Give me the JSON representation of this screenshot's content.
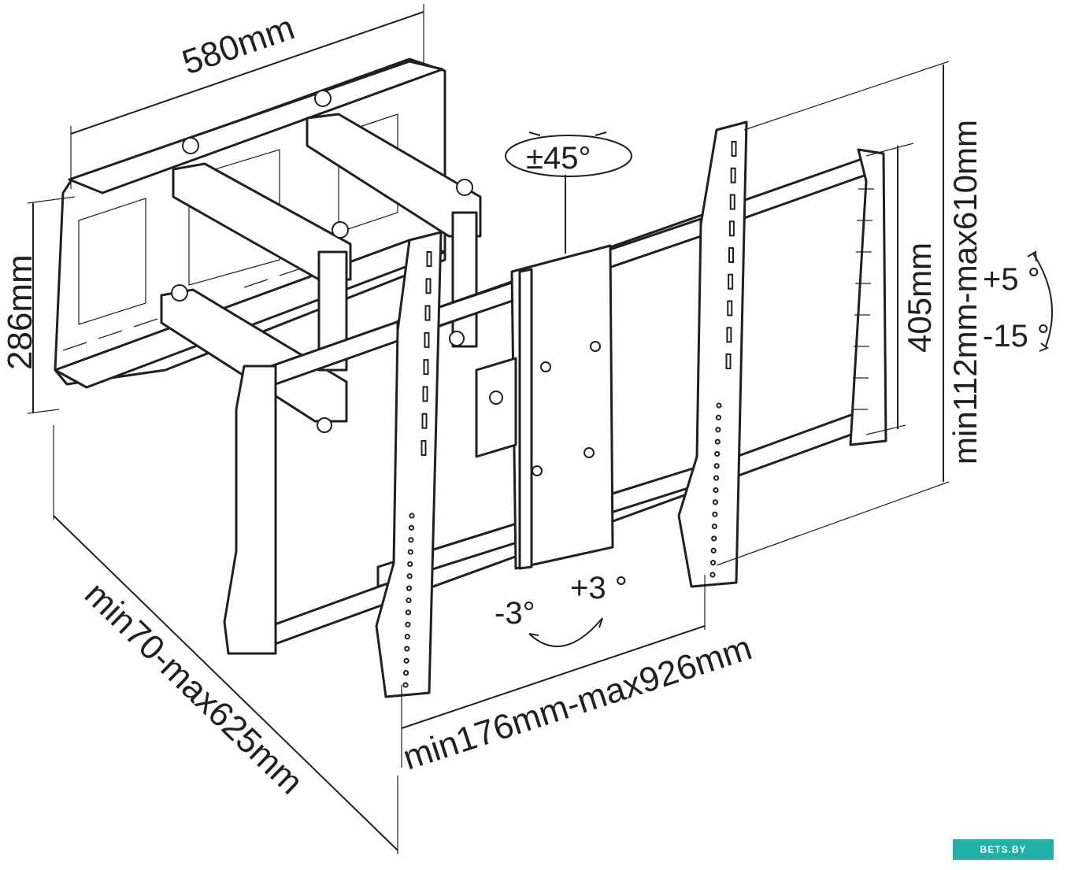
{
  "labels": {
    "width": "580mm",
    "height_plate": "286mm",
    "swivel": "±45°",
    "vesa_vertical": "405mm",
    "arm_height": "min112mm-max610mm",
    "tilt_up": "+5 °",
    "tilt_down": "-15 °",
    "roll_minus": "-3°",
    "roll_plus": "+3 °",
    "vesa_horizontal": "min176mm-max926mm",
    "extension": "min70-max625mm"
  },
  "watermark": "BETS.BY",
  "colors": {
    "ink": "#231f20",
    "watermark_bg": "#1fb0a8"
  }
}
